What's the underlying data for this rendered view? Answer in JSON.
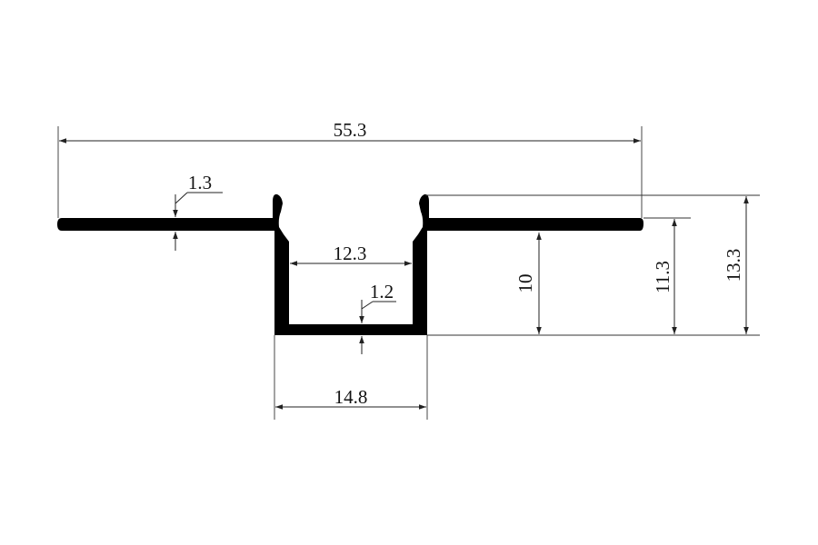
{
  "profile": {
    "color": "#000000"
  },
  "dimensions": {
    "overall_width": "55.3",
    "flange_thickness": "1.3",
    "inner_width": "12.3",
    "base_thickness": "1.2",
    "outer_width": "14.8",
    "inner_height": "10",
    "flange_height": "11.3",
    "total_height": "13.3"
  }
}
